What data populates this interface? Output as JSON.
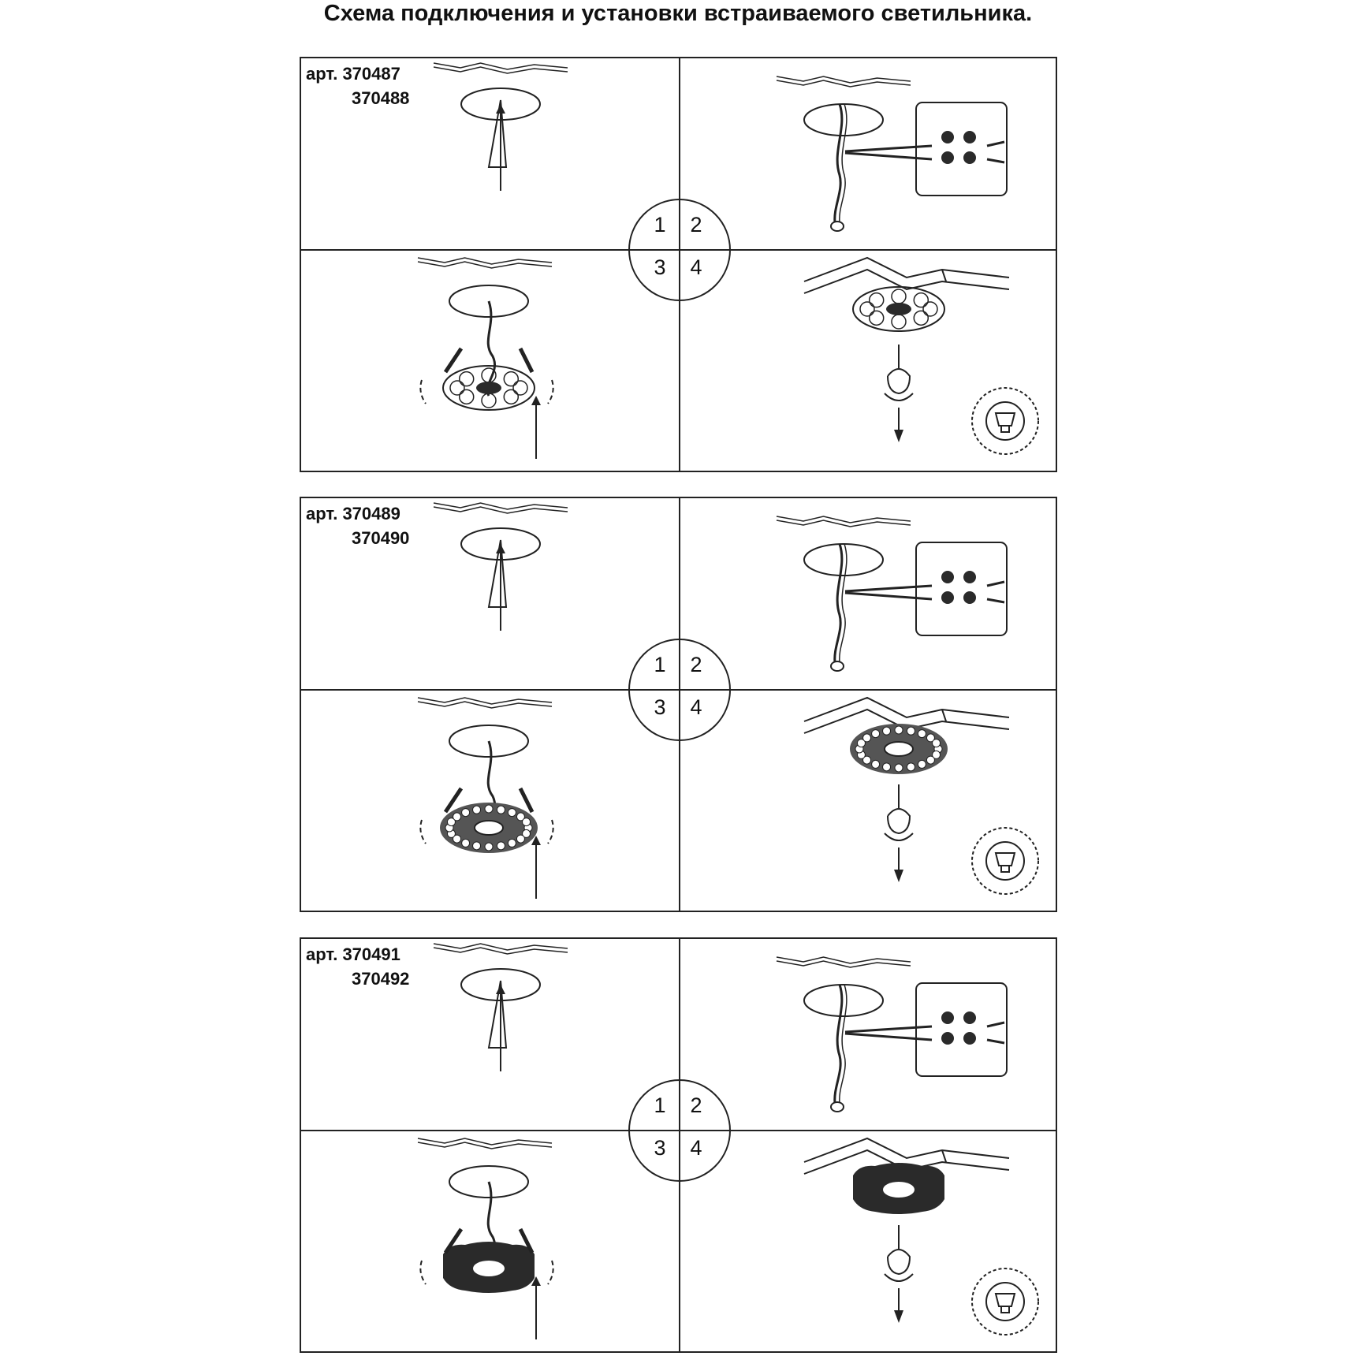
{
  "title": "Схема подключения и установки встраиваемого светильника.",
  "panels": [
    {
      "article_label": "арт. 370487",
      "article_second": "370488",
      "step_numbers": [
        "1",
        "2",
        "3",
        "4"
      ],
      "variant": "openwork"
    },
    {
      "article_label": "арт. 370489",
      "article_second": "370490",
      "step_numbers": [
        "1",
        "2",
        "3",
        "4"
      ],
      "variant": "crystal"
    },
    {
      "article_label": "арт. 370491",
      "article_second": "370492",
      "step_numbers": [
        "1",
        "2",
        "3",
        "4"
      ],
      "variant": "solid"
    }
  ],
  "colors": {
    "line": "#222222",
    "fill_dark": "#2a2a2a"
  },
  "icons": [
    "ceiling-icon",
    "cable-icon",
    "terminal-block-icon",
    "luminaire-icon",
    "lamp-bulb-icon",
    "arrow-up-icon",
    "spring-clip-icon"
  ]
}
